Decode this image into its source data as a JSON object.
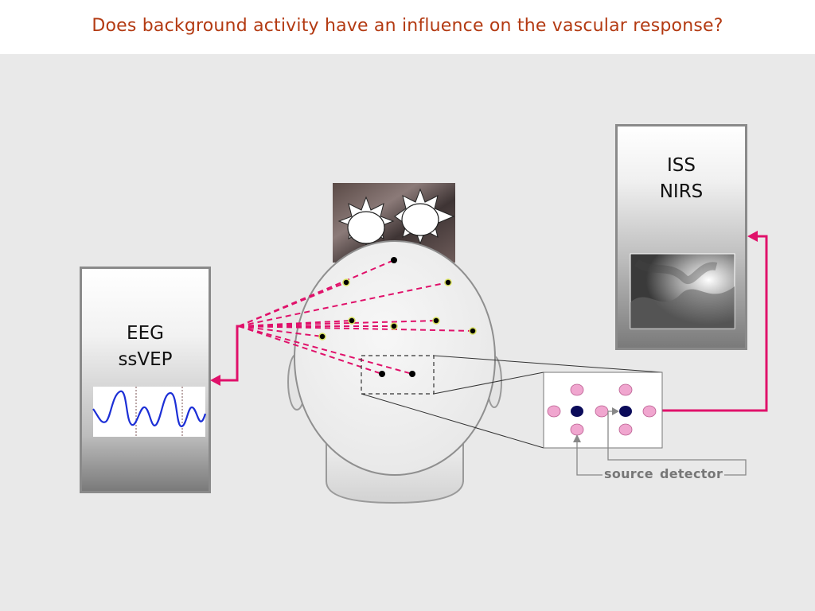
{
  "slide": {
    "title": "Does background activity have an influence on the vascular response?"
  },
  "eeg": {
    "line1": "EEG",
    "line2": "ssVEP"
  },
  "nirs": {
    "line1": "ISS",
    "line2": "NIRS"
  },
  "legend": {
    "source": "source",
    "detector": "detector"
  },
  "colors": {
    "title": "#b33a12",
    "connector": "#e0116a",
    "eeg_trace": "#1c2fd6",
    "source_dot": "#0b0b5a",
    "detector_dot": "#f0a6cf"
  }
}
